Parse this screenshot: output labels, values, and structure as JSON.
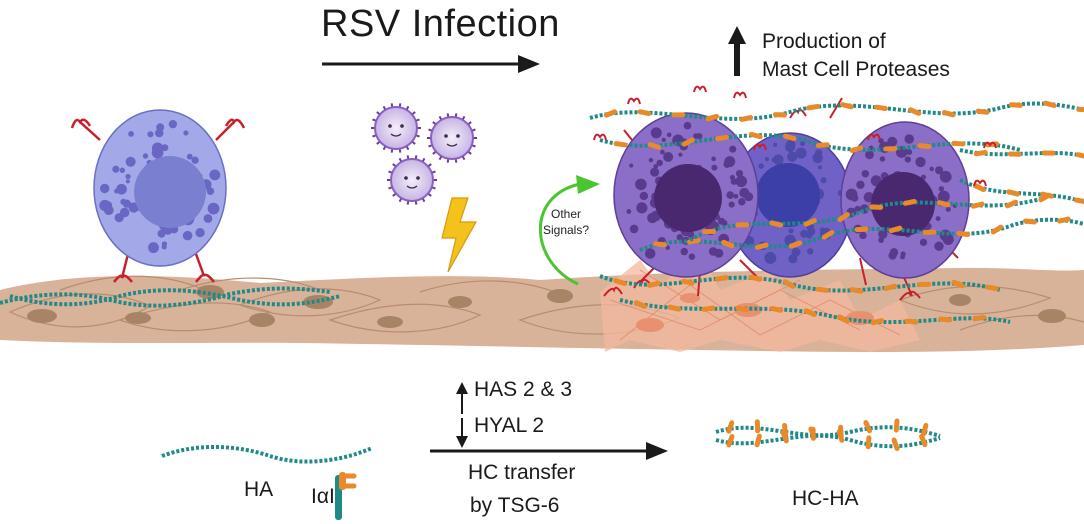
{
  "title": "RSV Infection",
  "top_right": {
    "line1": "Production  of",
    "line2": "Mast Cell Proteases"
  },
  "signal_label": {
    "line1": "Other",
    "line2": "Signals?"
  },
  "legend": {
    "ha": "HA",
    "iai": "IαI",
    "has": "HAS 2 & 3",
    "hyal": "HYAL 2",
    "hc_line1": "HC transfer",
    "hc_line2": "by TSG-6",
    "hcha": "HC-HA"
  },
  "colors": {
    "mast_cell_resting": "#a3a9e8",
    "mast_cell_activated": "#8a6ec7",
    "nucleus_resting": "#7a80cf",
    "nucleus_activated": "#4a2870",
    "granule": "#6a67c4",
    "receptor": "#c8202a",
    "ha_bead": "#1f8a88",
    "heavy_chain": "#e88a2a",
    "epithelium": "#d9b49a",
    "activated_fibroblast": "#f3b89d",
    "green_arrow": "#49c62f",
    "lightning": "#f5c21b"
  }
}
